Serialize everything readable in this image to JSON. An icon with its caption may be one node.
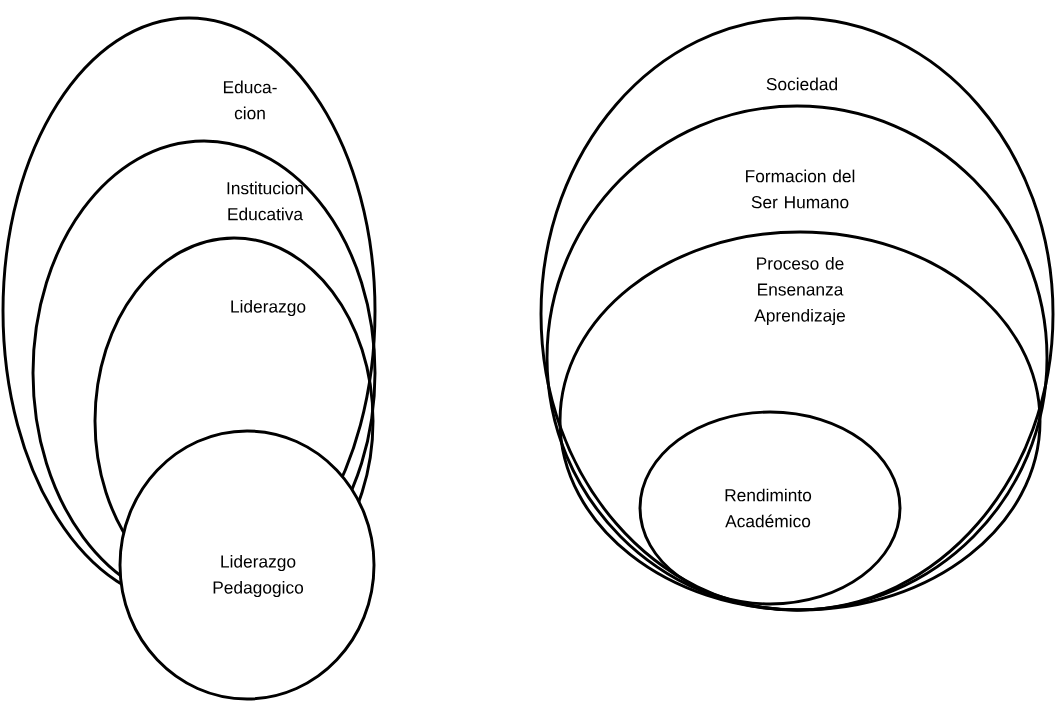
{
  "diagram": {
    "nodes": [
      {
        "text": [
          "Educa- cion"
        ]
      },
      {
        "text": [
          "Institucion Educativa"
        ],
        "in": 0
      },
      {
        "text": [
          "Liderazgo"
        ],
        "in": 1
      },
      {
        "text": [
          "Liderazgo Pedagogico"
        ]
      },
      {
        "text": [
          "Sociedad"
        ]
      },
      {
        "text": [
          "Formacion del Ser Humano"
        ],
        "in": 4
      },
      {
        "text": [
          "Proceso de Ensenanza Aprendizaje"
        ],
        "in": 5
      },
      {
        "text": [
          "Rendiminto Académico"
        ],
        "in": 6
      }
    ]
  }
}
